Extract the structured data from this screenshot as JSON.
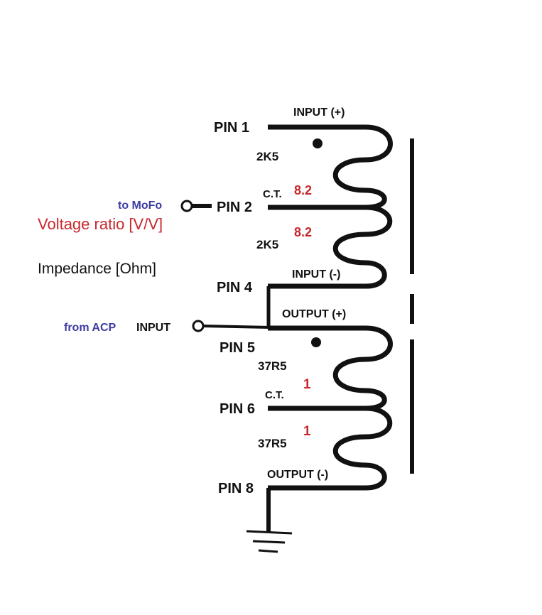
{
  "colors": {
    "ink": "#111111",
    "ratio": "#c8282d",
    "note": "#3c3ca0"
  },
  "pins": {
    "pin1": "PIN 1",
    "pin2": "PIN 2",
    "pin4": "PIN 4",
    "pin5": "PIN 5",
    "pin6": "PIN 6",
    "pin8": "PIN 8"
  },
  "taps": {
    "input_plus": "INPUT (+)",
    "input_minus": "INPUT (-)",
    "output_plus": "OUTPUT (+)",
    "output_minus": "OUTPUT (-)",
    "ct_primary": "C.T.",
    "ct_secondary": "C.T."
  },
  "impedances": {
    "primary_upper": "2K5",
    "primary_lower": "2K5",
    "secondary_upper": "37R5",
    "secondary_lower": "37R5"
  },
  "ratios": {
    "primary_upper": "8.2",
    "primary_lower": "8.2",
    "secondary_upper": "1",
    "secondary_lower": "1"
  },
  "notes": {
    "to_mofo": "to MoFo",
    "from_acp": "from ACP",
    "input": "INPUT"
  },
  "legend": {
    "voltage_ratio": "Voltage ratio [V/V]",
    "impedance": "Impedance [Ohm]"
  }
}
